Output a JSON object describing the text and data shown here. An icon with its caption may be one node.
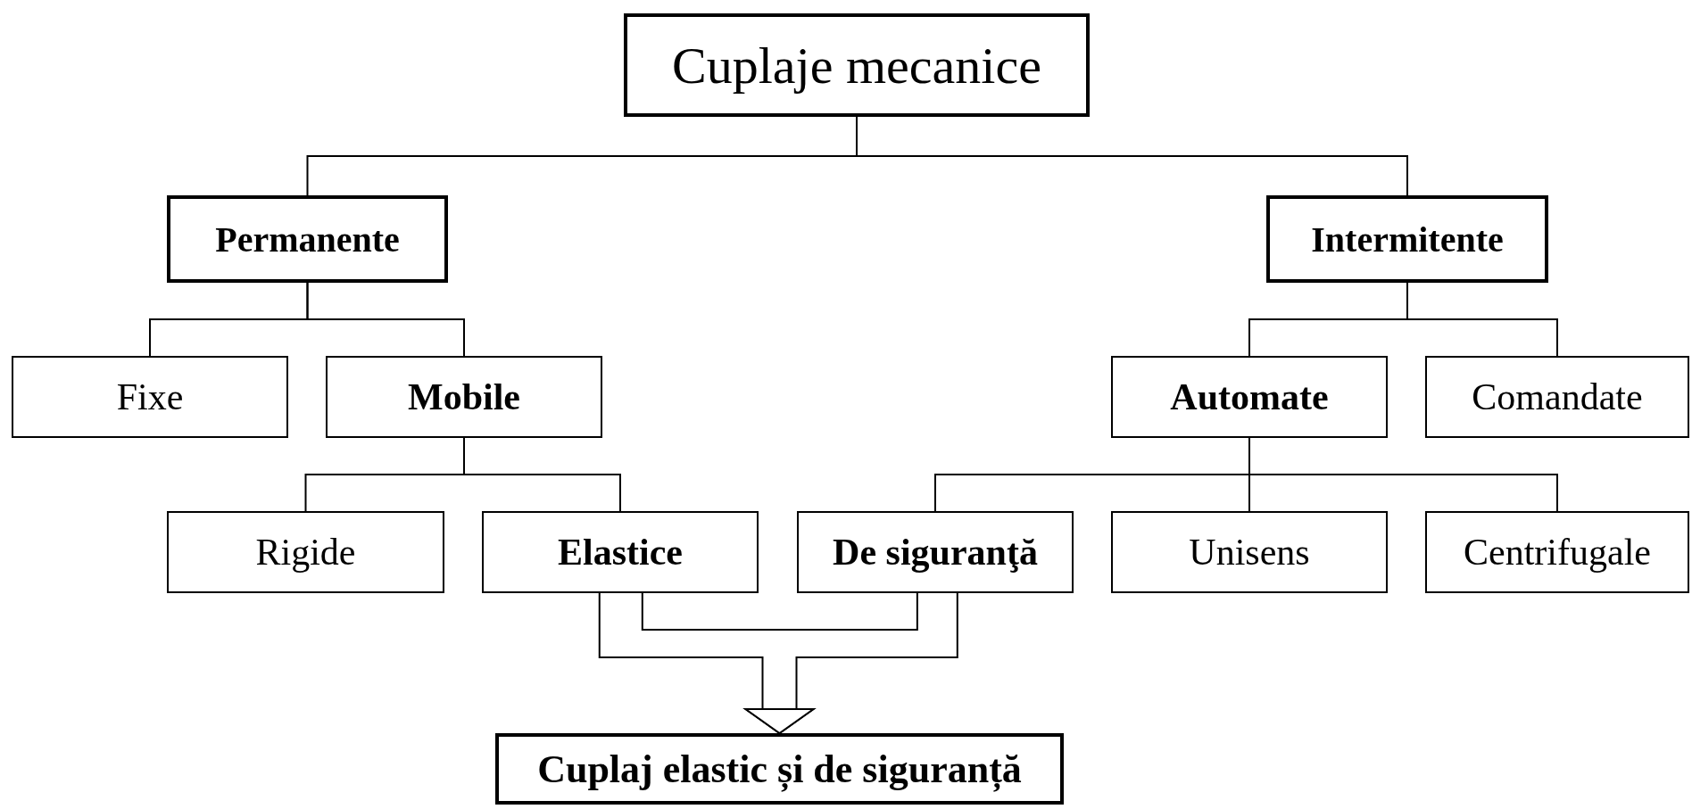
{
  "diagram": {
    "nodes": [
      {
        "text": [
          "Cuplaje mecanice"
        ]
      },
      {
        "text": [
          "Permanente"
        ]
      },
      {
        "text": [
          "Intermitente"
        ]
      },
      {
        "text": [
          "Fixe"
        ]
      },
      {
        "text": [
          "Mobile"
        ]
      },
      {
        "text": [
          "Automate"
        ]
      },
      {
        "text": [
          "Comandate"
        ]
      },
      {
        "text": [
          "Rigide"
        ]
      },
      {
        "text": [
          "Elastice"
        ]
      },
      {
        "text": [
          "De siguranţă"
        ]
      },
      {
        "text": [
          "Unisens"
        ]
      },
      {
        "text": [
          "Centrifugale"
        ]
      },
      {
        "text": [
          "Cuplaj elastic și de siguranță"
        ]
      }
    ],
    "edges": [
      {
        "from": 0,
        "to": 1,
        "arrow": "none"
      },
      {
        "from": 0,
        "to": 2,
        "arrow": "none"
      },
      {
        "from": 1,
        "to": 3,
        "arrow": "none"
      },
      {
        "from": 1,
        "to": 4,
        "arrow": "none"
      },
      {
        "from": 2,
        "to": 5,
        "arrow": "none"
      },
      {
        "from": 2,
        "to": 6,
        "arrow": "none"
      },
      {
        "from": 4,
        "to": 7,
        "arrow": "none"
      },
      {
        "from": 4,
        "to": 8,
        "arrow": "none"
      },
      {
        "from": 5,
        "to": 9,
        "arrow": "none"
      },
      {
        "from": 5,
        "to": 10,
        "arrow": "none"
      },
      {
        "from": 5,
        "to": 11,
        "arrow": "none"
      },
      {
        "from": 8,
        "to": 12,
        "arrow": "to"
      },
      {
        "from": 9,
        "to": 12,
        "arrow": "to"
      },
      {
        "from": 8,
        "to": 9,
        "arrow": "none"
      }
    ]
  }
}
